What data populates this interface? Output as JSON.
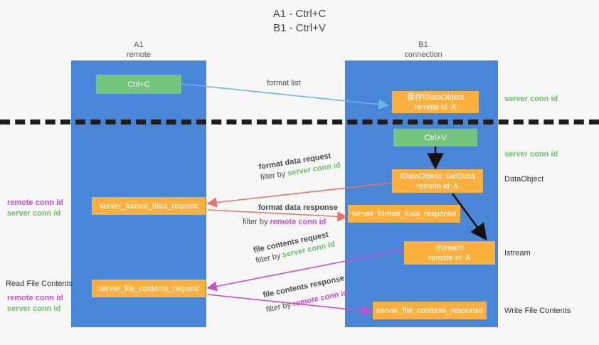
{
  "title": {
    "line1": "A1 - Ctrl+C",
    "line2": "B1 - Ctrl+V"
  },
  "lanes": [
    {
      "name": "A1",
      "sub": "remote",
      "color": "#4a86d8"
    },
    {
      "name": "B1",
      "sub": "connection",
      "color": "#4a86d8"
    }
  ],
  "boxes": {
    "ctrl_c": "Ctrl+C",
    "ctrl_v": "Ctrl+V",
    "idataobject_title": "保存IDataObject",
    "idataobject_sub": "remote id: A",
    "getdata_title": "IDataObject::GetData",
    "getdata_sub": "remote id: A",
    "istream_title": "IStream",
    "istream_sub": "remote id: A",
    "server_format_data_request": "server_format_data_request",
    "server_format_data_response": "server_format_data_response",
    "server_file_contents_request": "server_file_contents_request",
    "server_file_contents_response": "server_file_contents_response"
  },
  "arrow_labels": {
    "format_list": "format list",
    "format_data_request": "format data request",
    "format_data_request_filter_prefix": "filter by ",
    "format_data_request_filter_value": "server conn id",
    "format_data_response": "format data response",
    "format_data_response_filter_prefix": "filter by ",
    "format_data_response_filter_value": "remote conn id",
    "file_contents_request": "file contents request",
    "file_contents_request_filter_prefix": "filter by ",
    "file_contents_request_filter_value": "server conn id",
    "file_contents_response": "file contents response",
    "file_contents_response_filter_prefix": "filter by ",
    "file_contents_response_filter_value": "remote conn id"
  },
  "right_labels": {
    "server_conn_id_top": "server conn id",
    "server_conn_id_mid": "server conn id",
    "dataobject": "DataObject",
    "istream": "Istream",
    "write_file_contents": "Write File Contents"
  },
  "left_labels": {
    "remote_conn_id_1": "remote conn id",
    "server_conn_id_1": "server conn id",
    "read_file_contents": "Read File Contents",
    "remote_conn_id_2": "remote conn id",
    "server_conn_id_2": "server conn id"
  },
  "colors": {
    "lane": "#4a86d8",
    "green_box": "#74c47d",
    "orange_box": "#fbb040",
    "server_conn_id": "#6abf69",
    "remote_conn_id": "#c64fd0",
    "arrow_blue": "#6cb7e8",
    "arrow_red": "#e8736a",
    "arrow_magenta": "#c64fd0",
    "arrow_black": "#000000",
    "background": "#f7f7f7"
  }
}
